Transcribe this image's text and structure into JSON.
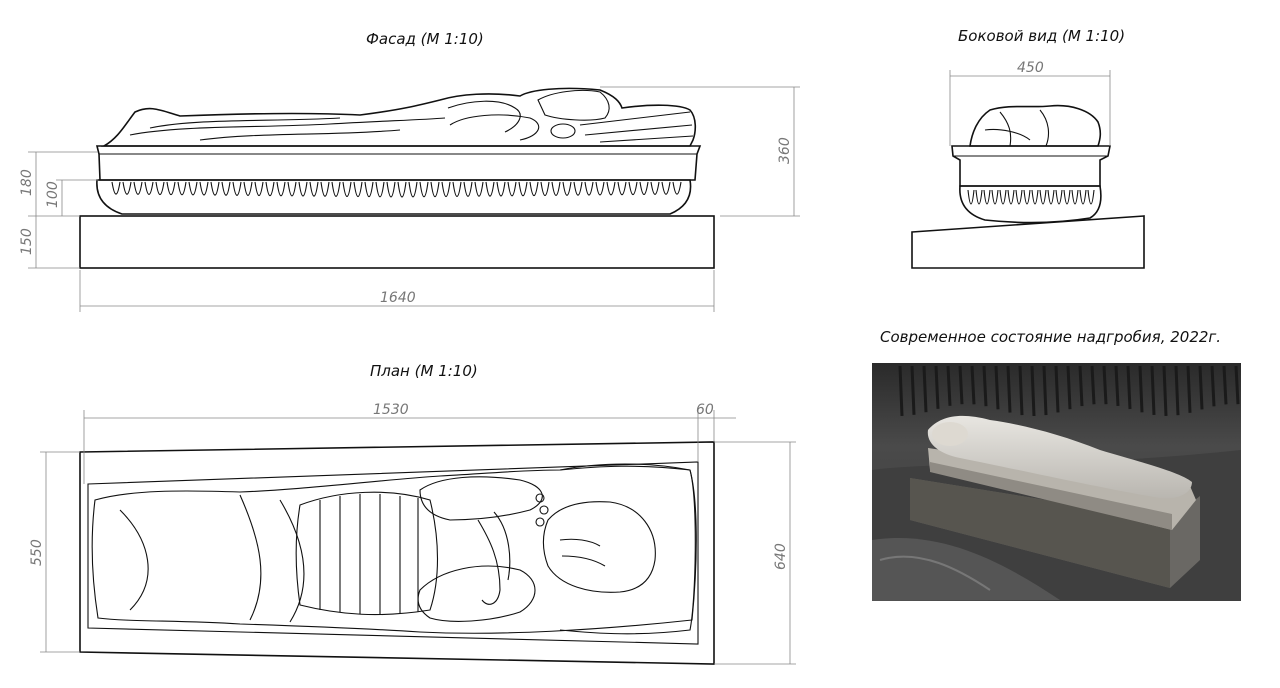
{
  "views": {
    "facade": {
      "title": "Фасад (М 1:10)"
    },
    "side": {
      "title": "Боковой вид (М 1:10)"
    },
    "plan": {
      "title": "План (М 1:10)"
    },
    "photo": {
      "title": "Современное состояние надгробия, 2022г."
    }
  },
  "dimensions": {
    "facade": {
      "total_length": "1640",
      "total_height": "360",
      "box_height": "180",
      "box_inner": "100",
      "base_height": "150"
    },
    "side": {
      "width": "450"
    },
    "plan": {
      "length": "1530",
      "offset": "60",
      "width_inner": "550",
      "width_outer": "640"
    }
  }
}
